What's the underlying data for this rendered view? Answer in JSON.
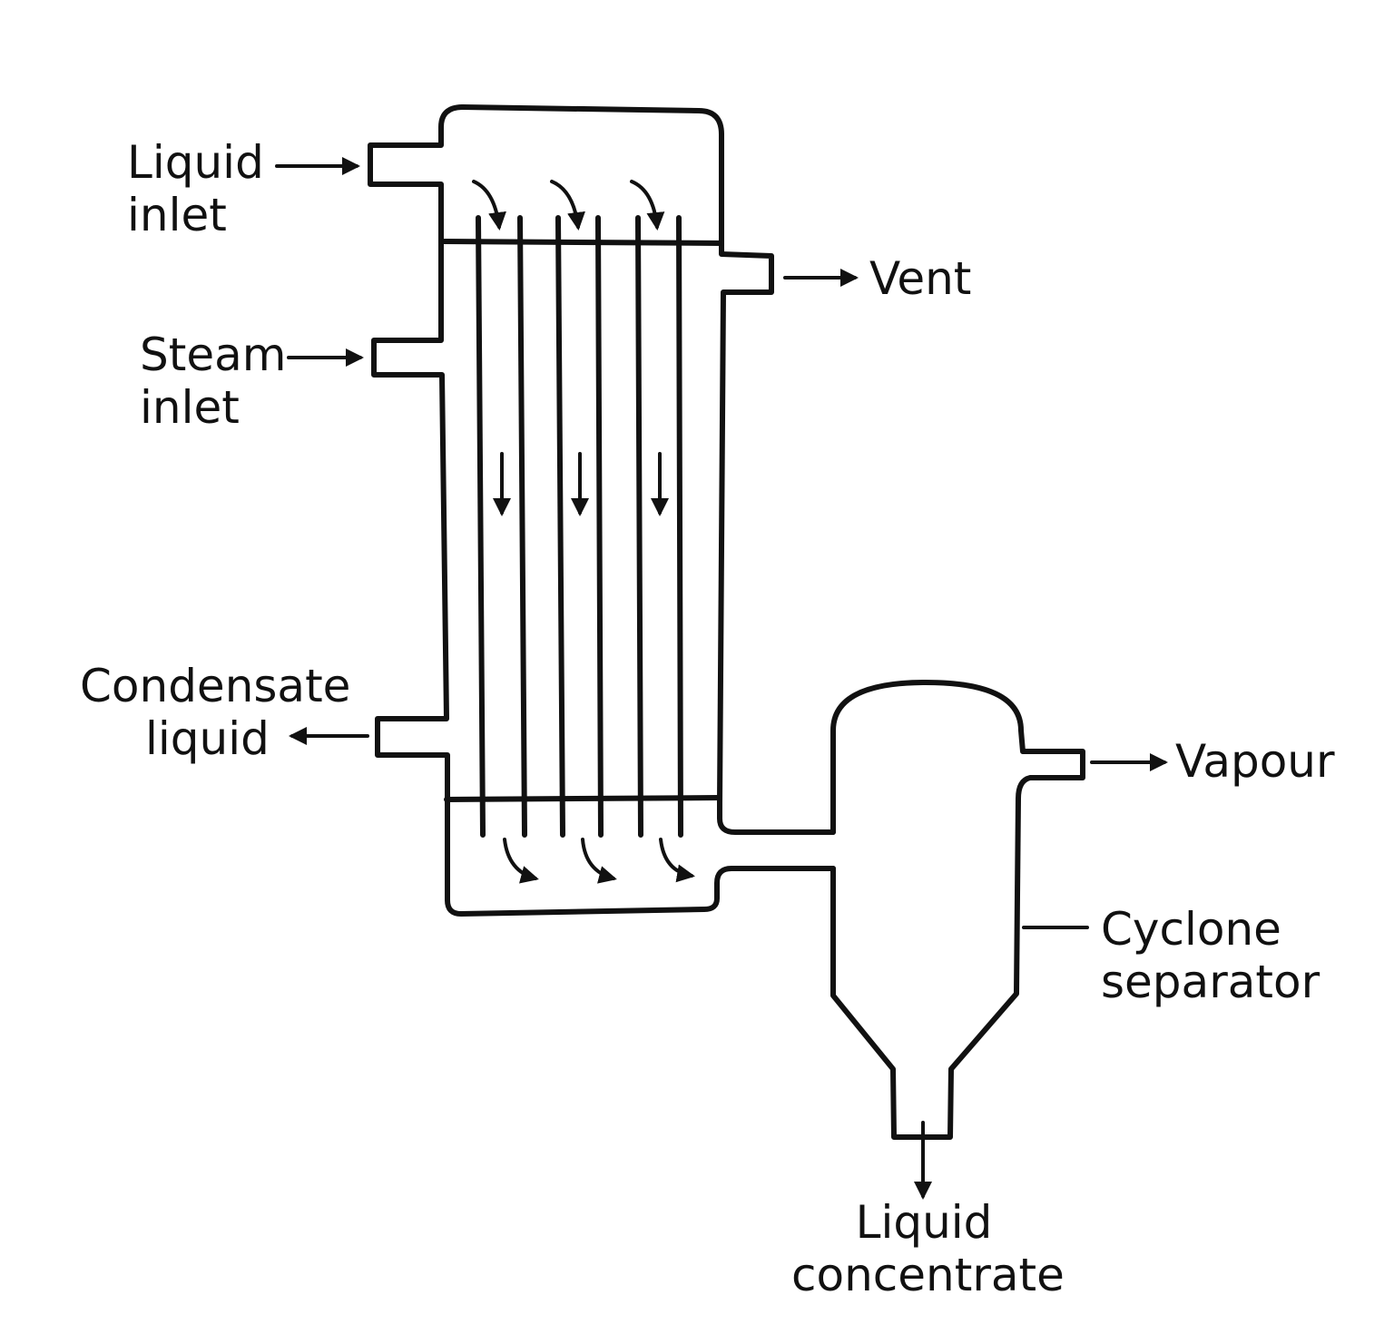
{
  "labels": {
    "liquid_inlet": [
      "Liquid",
      "inlet"
    ],
    "steam_inlet": [
      "Steam",
      "inlet"
    ],
    "condensate_liquid": [
      "Condensate",
      "liquid"
    ],
    "vent": "Vent",
    "vapour": "Vapour",
    "cyclone_separator": [
      "Cyclone",
      "separator"
    ],
    "liquid_concentrate": [
      "Liquid",
      "concentrate"
    ]
  },
  "colors": {
    "ink": "#111111",
    "background": "#ffffff"
  }
}
